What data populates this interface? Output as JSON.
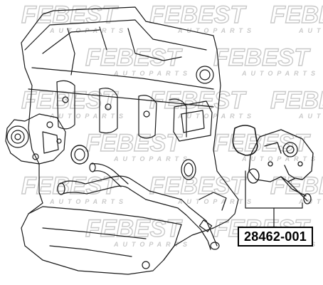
{
  "watermark": {
    "brand": "FEBEST",
    "sub": "AUTOPARTS"
  },
  "part": {
    "number": "28462-001"
  },
  "colors": {
    "line": "#1a1a1a",
    "watermark": "#c9c9c9",
    "label_border": "#000000"
  }
}
